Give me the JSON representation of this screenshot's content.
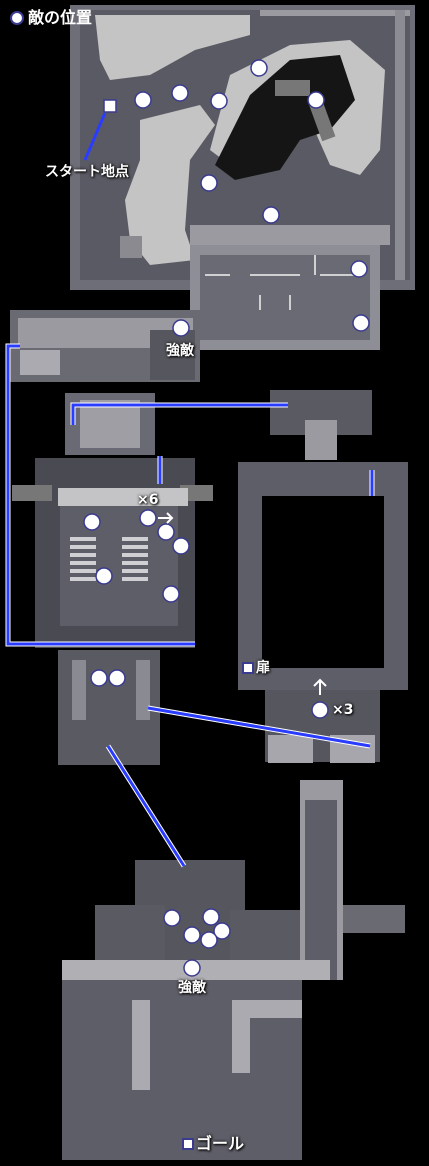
{
  "legend": {
    "label": "敵の位置",
    "icon": "enemy-dot-icon"
  },
  "labels": {
    "start": "スタート地点",
    "strong_enemy_1": "強敵",
    "strong_enemy_2": "強敵",
    "door": "扉",
    "goal": "ゴール",
    "x6": "×6",
    "x3": "×3"
  },
  "colors": {
    "background": "#000000",
    "floor": "#5e5e68",
    "wall": "#b4b4b8",
    "snow": "#c8c8c8",
    "route_line": "#2a3cff",
    "marker": "#ffffff"
  }
}
